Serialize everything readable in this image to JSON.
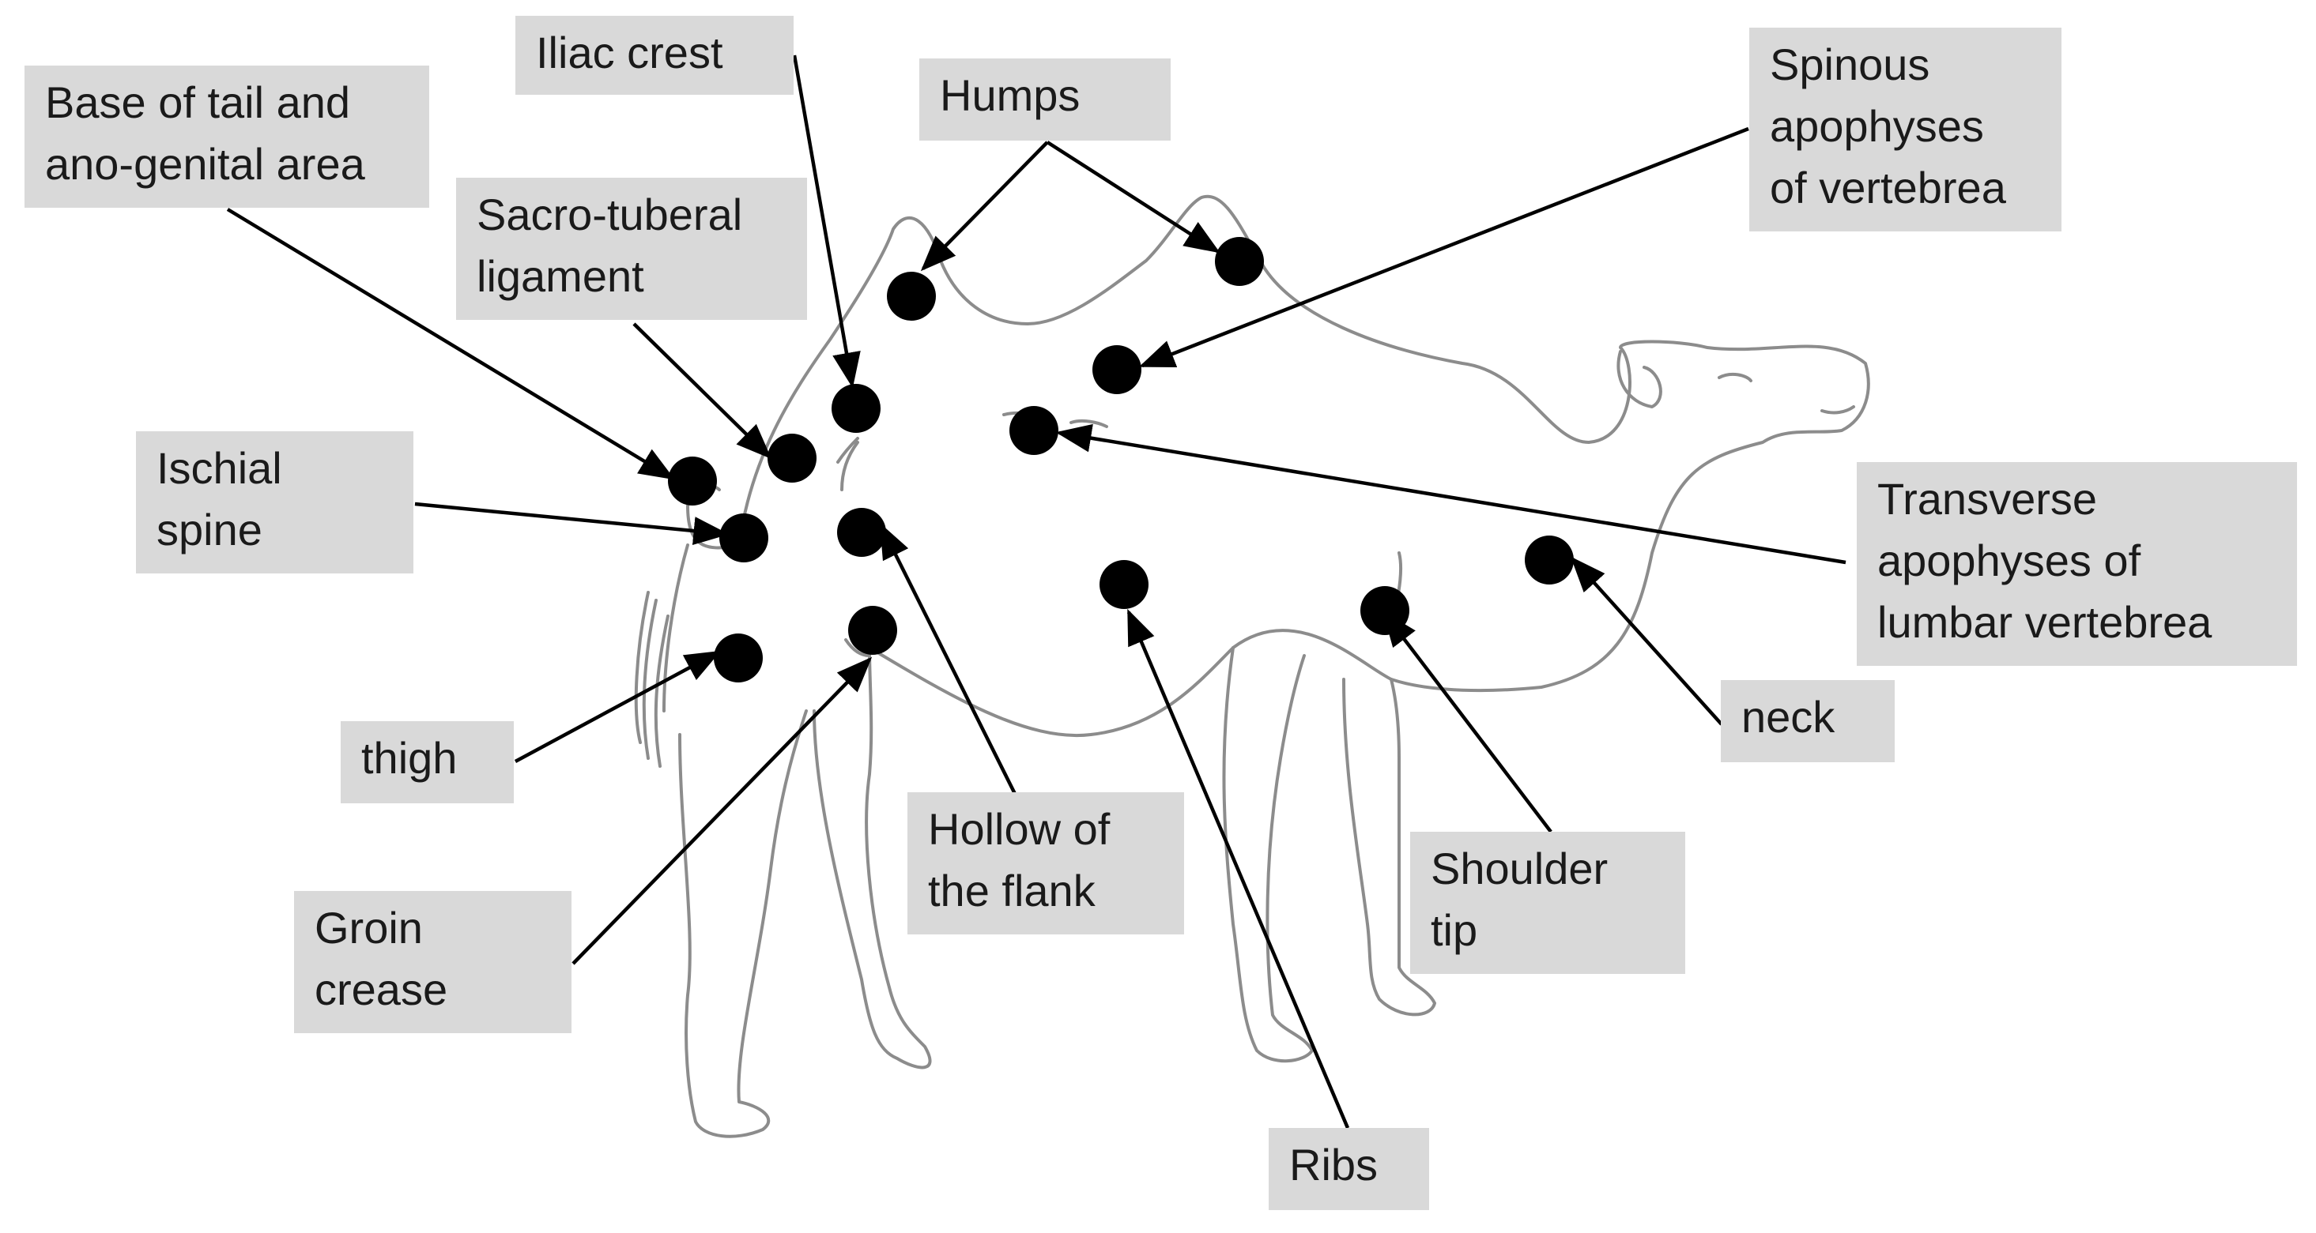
{
  "labels": {
    "iliac_crest": [
      "Iliac crest"
    ],
    "humps": [
      "Humps"
    ],
    "spinous": [
      "Spinous",
      "apophyses",
      "of vertebrea"
    ],
    "base_tail": [
      "Base of tail and",
      "ano-genital area"
    ],
    "sacro": [
      "Sacro-tuberal",
      "ligament"
    ],
    "ischial": [
      "Ischial",
      "spine"
    ],
    "transverse": [
      "Transverse",
      "apophyses of",
      "lumbar vertebrea"
    ],
    "thigh": [
      "thigh"
    ],
    "neck": [
      "neck"
    ],
    "hollow": [
      "Hollow of",
      "the flank"
    ],
    "shoulder": [
      "Shoulder",
      "tip"
    ],
    "groin": [
      "Groin",
      "crease"
    ],
    "ribs": [
      "Ribs"
    ]
  },
  "colors": {
    "label_background": "#d9d9d9",
    "label_text": "#1a1a1a",
    "marker": "#000000",
    "pointer": "#000000",
    "outline": "#8c8c8c"
  }
}
